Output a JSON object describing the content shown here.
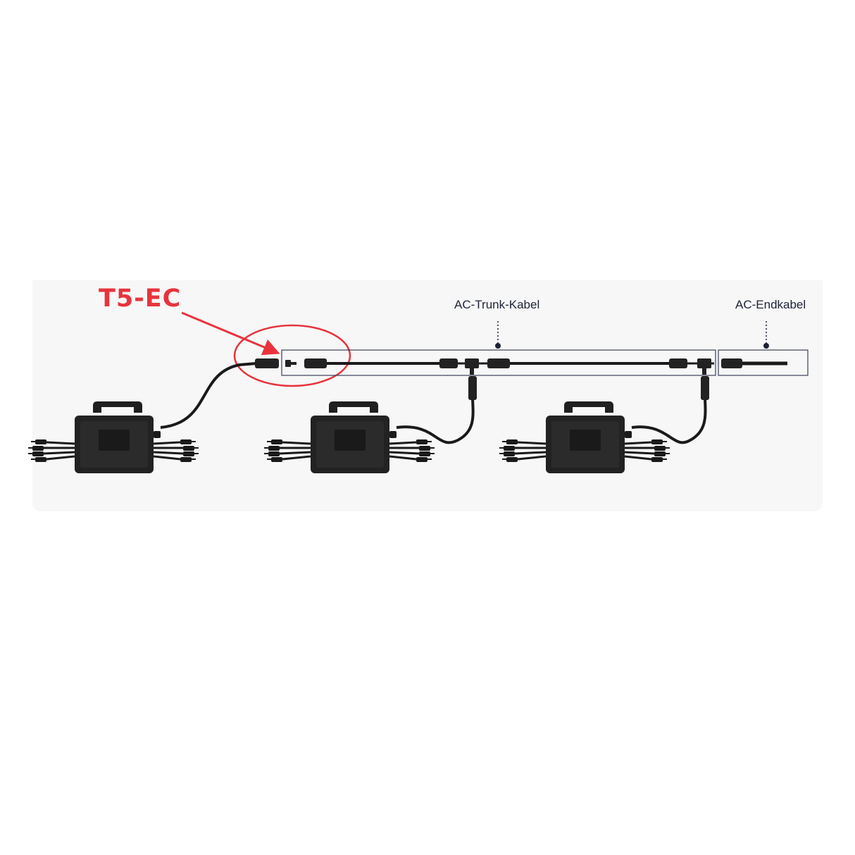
{
  "callout": {
    "text": "T5-EC",
    "color": "#e8333d"
  },
  "labels": {
    "trunk": "AC-Trunk-Kabel",
    "end": "AC-Endkabel"
  },
  "colors": {
    "panel": "#f7f7f7",
    "box_stroke": "#3a3f5a",
    "device": "#1f1f1f",
    "cable": "#1a1a1a"
  },
  "inverters": [
    {
      "name": "microinverter-1",
      "icon": "microinverter-icon"
    },
    {
      "name": "microinverter-2",
      "icon": "microinverter-icon"
    },
    {
      "name": "microinverter-3",
      "icon": "microinverter-icon"
    }
  ]
}
